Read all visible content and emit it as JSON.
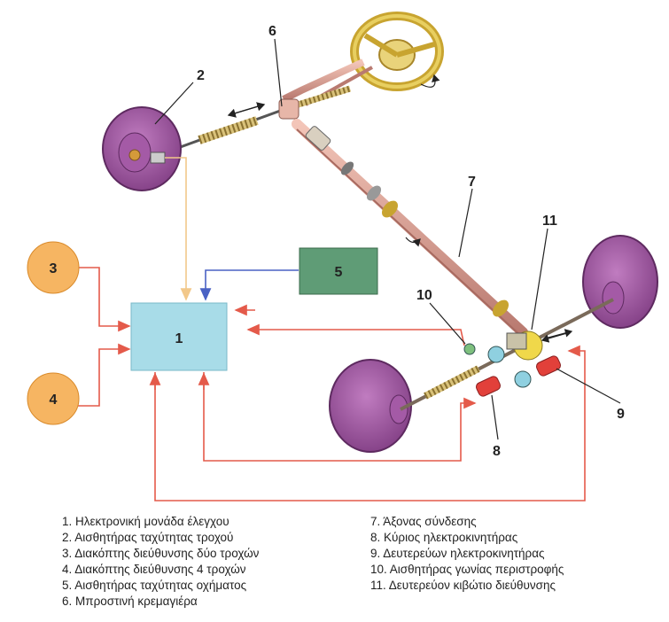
{
  "diagram": {
    "callouts": {
      "n1": "1",
      "n2": "2",
      "n3": "3",
      "n4": "4",
      "n5": "5",
      "n6": "6",
      "n7": "7",
      "n8": "8",
      "n9": "9",
      "n10": "10",
      "n11": "11"
    }
  },
  "legend": {
    "left": [
      "1. Ηλεκτρονική μονάδα έλεγχου",
      "2. Αισθητήρας ταχύτητας τροχού",
      "3. Διακόπτης διεύθυνσης δύο τροχών",
      "4. Διακόπτης διεύθυνσης 4 τροχών",
      "5. Αισθητήρας ταχύτητας οχήματος",
      "6. Μπροστινή κρεμαγιέρα"
    ],
    "right": [
      "7. Άξονας σύνδεσης",
      "8. Κύριος ηλεκτροκινητήρας",
      "9. Δευτερεύων ηλεκτροκινητήρας",
      "10. Αισθητήρας γωνίας περιστροφής",
      "11. Δευτερεύον κιβώτιο διεύθυνσης"
    ]
  },
  "colors": {
    "wheel": "#9b4f9c",
    "ecu": "#a8dce8",
    "sensor5": "#5f9c76",
    "switch": "#f6b562",
    "wire_red": "#e45a4a",
    "wire_blue": "#4a62c4",
    "wire_tan": "#f2c88a"
  }
}
